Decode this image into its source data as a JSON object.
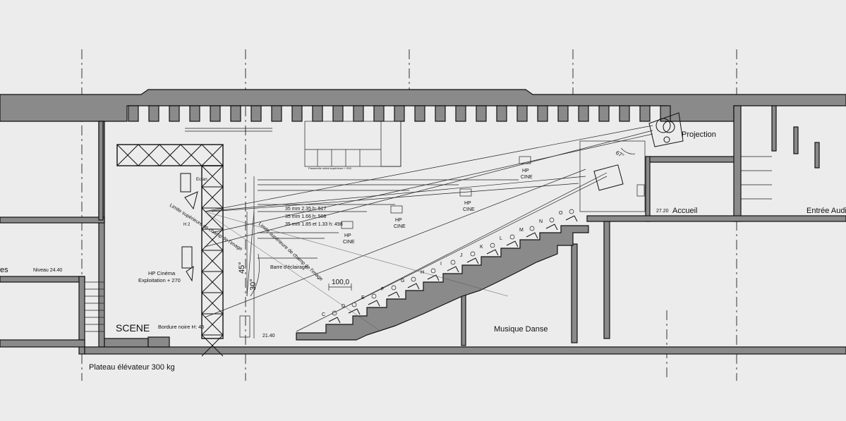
{
  "labels": {
    "scene": "SCENE",
    "projection": "Projection",
    "accueil": "Accueil",
    "entree": "Entrée Audit",
    "musique_danse": "Musique Danse",
    "plateau": "Plateau élévateur 300 kg",
    "niveau": "Niveau 24.40",
    "es": "es",
    "bordure": "Bordure noire H: 45",
    "hp_cinema": "HP  Cinéma",
    "exploitation": "Exploitation + 270",
    "barre": "Barre d'éclairage",
    "limite1": "Limite supérieure de champ de l'image",
    "limite2": "Limite supérieure de champ de l'image",
    "format1": "35 mm   2.35   h: 517",
    "format2": "35 mm   1.66   h: 508",
    "format3": "35 mm   1.85 et 1.33   h: 498",
    "hp_cine": "HP",
    "cine": "CINE",
    "angle45": "45°",
    "angle30": "30°",
    "angle67": "67°",
    "dim100": "100,0",
    "level_2140": "21.40",
    "level_2720": "27.20",
    "ecran": "Ecran",
    "h2": "H 2",
    "passerelle": "Passerelle métal supérieure + 000"
  },
  "row_letters": [
    "C",
    "D",
    "E",
    "F",
    "G",
    "H",
    "I",
    "J",
    "K",
    "L",
    "M",
    "N",
    "O"
  ],
  "colors": {
    "background": "#ececec",
    "wall_fill": "#8a8a8a",
    "line": "#111111"
  }
}
